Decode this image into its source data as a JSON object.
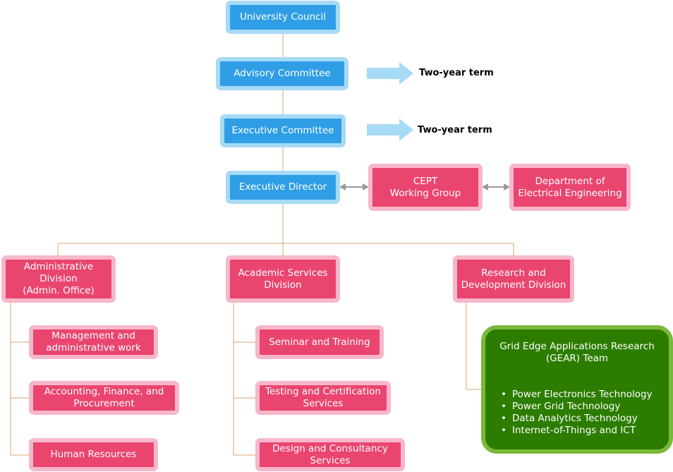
{
  "top": {
    "council": "University Council",
    "advisory": "Advisory Committee",
    "executive_committee": "Executive Committee",
    "executive_director": "Executive Director"
  },
  "terms": {
    "advisory_term": "Two-year term",
    "executive_term": "Two-year term"
  },
  "partners": {
    "cept_line1": "CEPT",
    "cept_line2": "Working Group",
    "dept_line1": "Department of",
    "dept_line2": "Electrical Engineering"
  },
  "divisions": {
    "admin": {
      "line1": "Administrative",
      "line2": "Division",
      "line3": "(Admin. Office)"
    },
    "academic": {
      "line1": "Academic Services",
      "line2": "Division"
    },
    "research": {
      "line1": "Research and",
      "line2": "Development Division"
    }
  },
  "admin_units": [
    {
      "line1": "Management and",
      "line2": "administrative work"
    },
    {
      "line1": "Accounting, Finance, and",
      "line2": "Procurement"
    },
    {
      "line1": "Human Resources"
    }
  ],
  "academic_units": [
    {
      "line1": "Seminar and Training"
    },
    {
      "line1": "Testing and Certification",
      "line2": "Services"
    },
    {
      "line1": "Design and Consultancy",
      "line2": "Services"
    }
  ],
  "gear": {
    "title_line1": "Grid Edge Applications Research",
    "title_line2": "(GEAR) Team",
    "items": [
      "Power Electronics Technology",
      "Power Grid Technology",
      "Data Analytics Technology",
      "Internet-of-Things and ICT"
    ]
  },
  "colors": {
    "blue_fill": "#2f9ee6",
    "blue_border": "#a7daf5",
    "pink_fill": "#e9456f",
    "pink_border": "#f7b7cb",
    "green_fill": "#2c7c00",
    "green_border": "#79b83a",
    "connector": "#d9a36c",
    "term_arrow": "#a7daf5",
    "double_arrow": "#9a9a9a"
  }
}
